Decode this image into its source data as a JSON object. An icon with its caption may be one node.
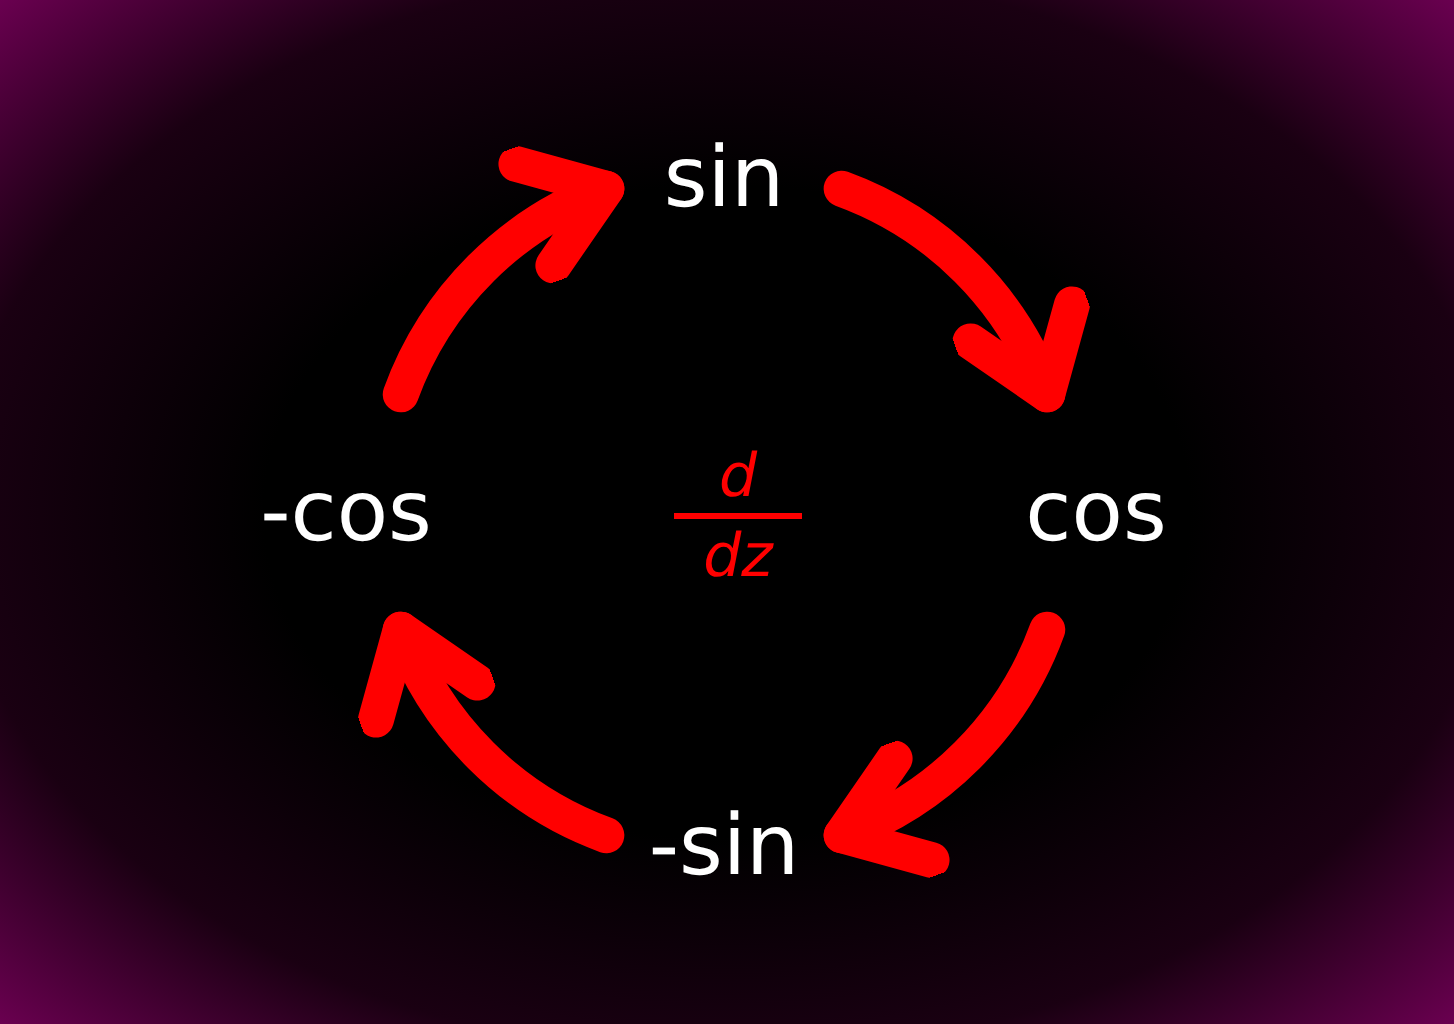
{
  "diagram": {
    "nodes": [
      {
        "text": [
          "sin"
        ]
      },
      {
        "text": [
          "cos"
        ]
      },
      {
        "text": [
          "-sin"
        ]
      },
      {
        "text": [
          "-cos"
        ]
      }
    ],
    "edges": [
      {
        "from": 0,
        "to": 1,
        "arrow": "to"
      },
      {
        "from": 1,
        "to": 2,
        "arrow": "to"
      },
      {
        "from": 2,
        "to": 3,
        "arrow": "to"
      },
      {
        "from": 3,
        "to": 0,
        "arrow": "to"
      }
    ],
    "labels": [
      "d",
      "dz"
    ]
  }
}
